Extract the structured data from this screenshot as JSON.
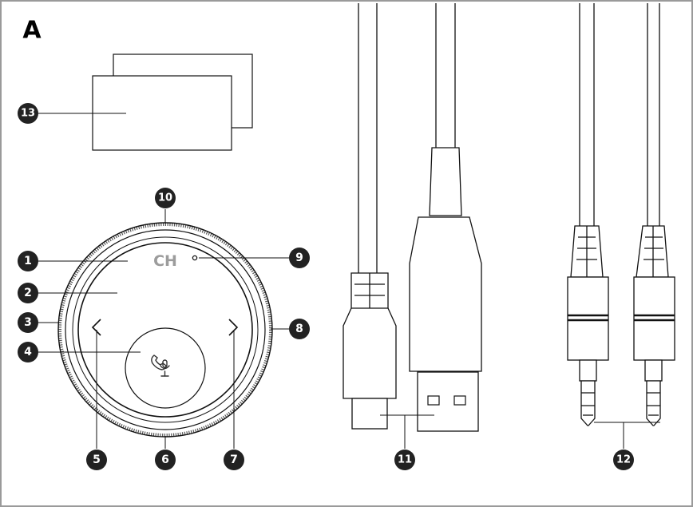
{
  "figure_letter": "A",
  "device_mark": "CH",
  "callouts": [
    "1",
    "2",
    "3",
    "4",
    "5",
    "6",
    "7",
    "8",
    "9",
    "10",
    "11",
    "12",
    "13"
  ],
  "icons": {
    "call_mic": "phone-mic-icon",
    "prev": "chevron-left-icon",
    "next": "chevron-right-icon"
  },
  "colors": {
    "stroke": "#111111",
    "callout_fill": "#222222",
    "frame": "#9a9a9a",
    "mark": "#9c9c9c"
  }
}
